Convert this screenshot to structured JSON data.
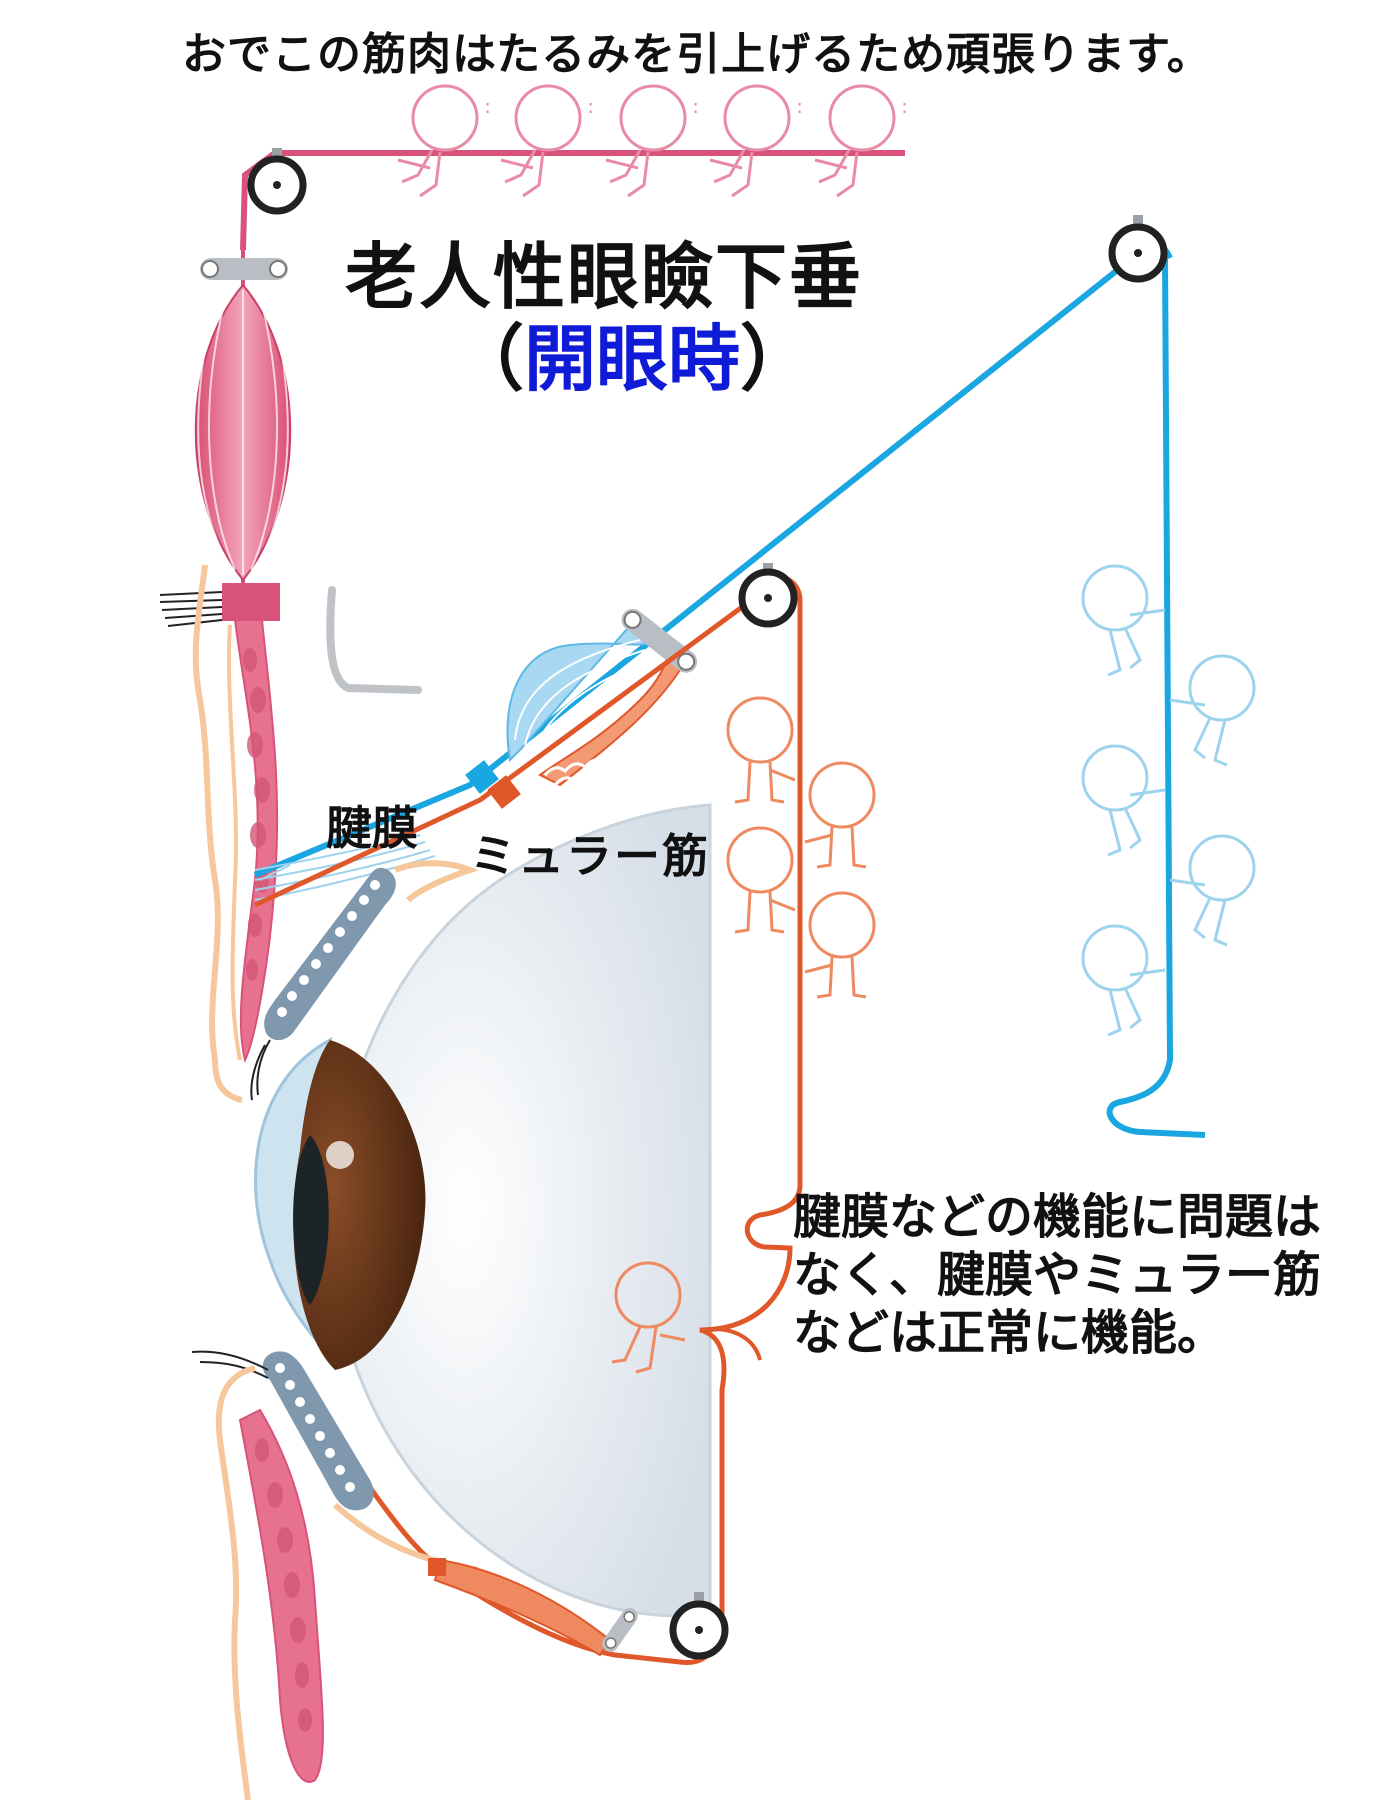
{
  "top_caption": "おでこの筋肉はたるみを引上げるため頑張ります。",
  "title": "老人性眼瞼下垂",
  "subtitle": {
    "open_paren": "（",
    "accent_text": "開眼時",
    "close_paren": "）"
  },
  "labels": {
    "aponeurosis": "腱膜",
    "muller_muscle": "ミュラー筋"
  },
  "note_lines": [
    "腱膜などの機能に問題は",
    "なく、腱膜やミュラー筋",
    "などは正常に機能。"
  ],
  "colors": {
    "frontalis_cord": "#d9527a",
    "levator_cord": "#1aa6e0",
    "muller_cord": "#e0582a",
    "eyeball": "#e8eef4",
    "iris": "#6b3a1e",
    "tarsus": "#7f98ae",
    "skin_outline": "#f5c79a",
    "subtitle_accent": "#0f1bd6"
  }
}
